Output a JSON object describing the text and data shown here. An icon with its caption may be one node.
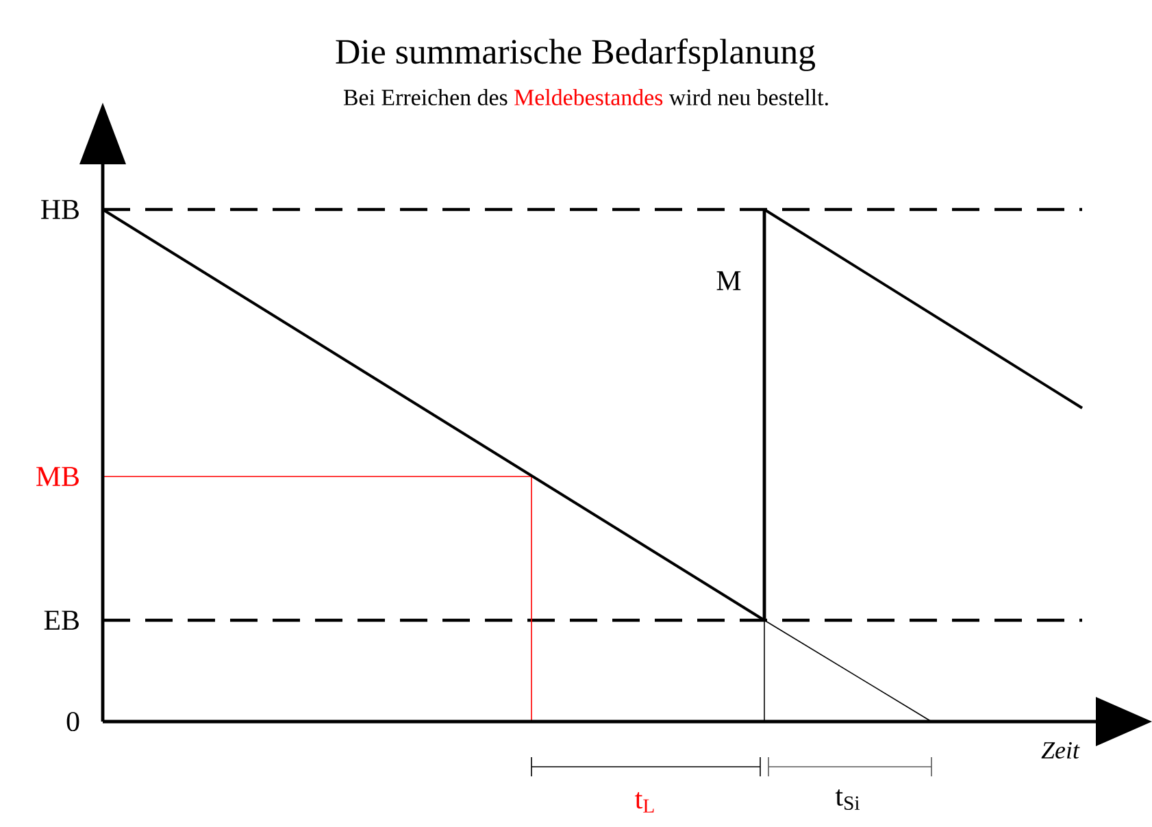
{
  "diagram": {
    "title": "Die summarische Bedarfsplanung",
    "labels": [
      "Bei Erreichen des",
      "Meldebestandes",
      "wird neu bestellt.",
      "HB",
      "M",
      "MB",
      "EB",
      "0",
      "Zeit",
      "t$_{L}$",
      "t$_{Si}$"
    ]
  }
}
